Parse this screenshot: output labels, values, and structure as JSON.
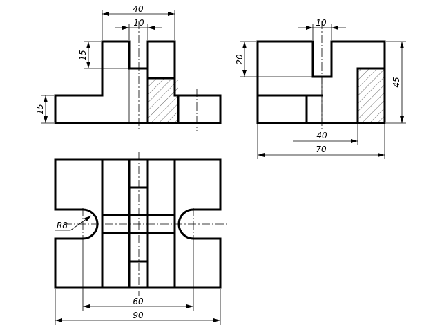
{
  "dimensions": {
    "front_top_width": "40",
    "front_slot_width": "10",
    "front_slot_depth": "15",
    "front_base_height": "15",
    "side_slot_width": "10",
    "side_slot_depth": "20",
    "side_total_height": "45",
    "side_pocket_offset": "40",
    "side_total_width": "70",
    "top_radius": "R8",
    "top_arc_spacing": "60",
    "top_total_width": "90"
  }
}
